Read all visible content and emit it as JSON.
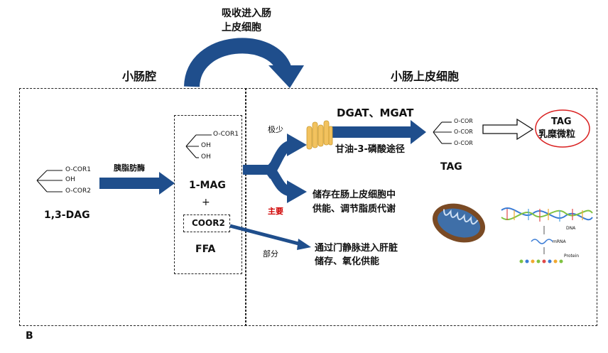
{
  "figure_label": "B",
  "compartments": {
    "lumen": "小肠腔",
    "epithelium": "小肠上皮细胞"
  },
  "absorb_arrow_label": [
    "吸收进入肠",
    "上皮细胞"
  ],
  "dag": {
    "name": "1,3-DAG",
    "groups": [
      "O-COR1",
      "OH",
      "O-COR2"
    ]
  },
  "enzyme": "胰脂肪酶",
  "mag": {
    "name": "1-MAG",
    "plus": "+",
    "groups": [
      "O-COR1",
      "OH",
      "OH"
    ]
  },
  "ffa": {
    "formula": "COOR2",
    "name": "FFA"
  },
  "branches": {
    "minor_label": "极少",
    "major_label": "主要",
    "part_label": "部分"
  },
  "pathway": {
    "enzymes": "DGAT、MGAT",
    "name": "甘油-3-磷酸途径"
  },
  "tag": {
    "name": "TAG",
    "groups": [
      "O-COR",
      "O-COR",
      "O-COR"
    ]
  },
  "chylomicron": [
    "TAG",
    "乳糜微粒"
  ],
  "storage_text": [
    "储存在肠上皮细胞中",
    "供能、调节脂质代谢"
  ],
  "liver_text": [
    "通过门静脉进入肝脏",
    "储存、氧化供能"
  ],
  "dna_labels": [
    "DNA",
    "mRNA",
    "Protein"
  ],
  "colors": {
    "arrow_blue": "#1f4e8c",
    "main_label_red": "#d00000",
    "chylo_circle": "#d92020",
    "mito_brown": "#7a4a24"
  }
}
